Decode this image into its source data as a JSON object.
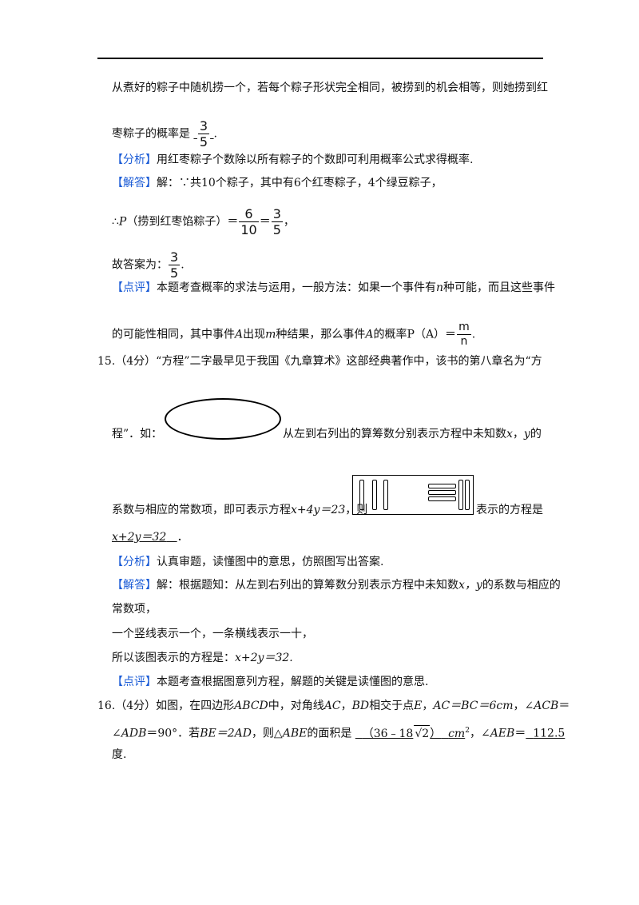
{
  "q14": {
    "line1": "从煮好的粽子中随机捞一个，若每个粽子形状完全相同，被捞到的机会相等，则她捞到红",
    "line2_pre": "枣粽子的概率是",
    "ans_num": "3",
    "ans_den": "5",
    "analysis_tag": "【分析】",
    "analysis": "用红枣粽子个数除以所有粽子的个数即可利用概率公式求得概率.",
    "solution_tag": "【解答】",
    "solution": "解：∵共10个粽子，其中有6个红枣粽子，4个绿豆粽子，",
    "p_pre": "∴",
    "p_var": "P",
    "p_mid": "（捞到红枣馅粽子）＝",
    "f1_num": "6",
    "f1_den": "10",
    "eq": "＝",
    "f2_num": "3",
    "f2_den": "5",
    "comma": "，",
    "final_pre": "故答案为：",
    "final_num": "3",
    "final_den": "5",
    "period": ".",
    "comment_tag": "【点评】",
    "comment1_a": "本题考查概率的求法与运用，一般方法：如果一个事件有",
    "comment1_n": "n",
    "comment1_b": "种可能，而且这些事件",
    "comment2_a": "的可能性相同，其中事件",
    "comment2_A": "A",
    "comment2_b": "出现",
    "comment2_m": "m",
    "comment2_c": "种结果，那么事件",
    "comment2_A2": "A",
    "comment2_d": "的概率",
    "comment2_p": "P（A）＝",
    "comment_num": "m",
    "comment_den": "n",
    "comment_end": "."
  },
  "q15": {
    "line1": "15.（4分）“方程”二字最早见于我国《九章算术》这部经典著作中，该书的第八章名为“方",
    "line2_a": "程”．如：",
    "line2_b": "从左到右列出的算筹数分别表示方程中未知数",
    "line2_x": "x",
    "line2_c": "，",
    "line2_y": "y",
    "line2_d": "的",
    "line3_a": "系数与相应的常数项，即可表示方程",
    "line3_eq": "x+4y＝23",
    "line3_b": "，则",
    "line3_c": "表示的方程是",
    "answer": "x+2y＝32",
    "answer_end": "．",
    "analysis_tag": "【分析】",
    "analysis": "认真审题，读懂图中的意思，仿照图写出答案.",
    "solution_tag": "【解答】",
    "solution_a": "解：根据题知：从左到右列出的算筹数分别表示方程中未知数",
    "solution_xy": "x，y",
    "solution_b": "的系数与相应的",
    "sol2": "常数项，",
    "sol3": "一个竖线表示一个，一条横线表示一十，",
    "sol4_a": "所以该图表示的方程是：",
    "sol4_eq": "x+2y＝32.",
    "comment_tag": "【点评】",
    "comment": "本题考查根据图意列方程，解题的关键是读懂图的意思."
  },
  "q16": {
    "line1_a": "16.（4分）如图，在四边形",
    "line1_abcd": "ABCD",
    "line1_b": "中，对角线",
    "line1_ac": "AC",
    "line1_c": "，",
    "line1_bd": "BD",
    "line1_d": "相交于点",
    "line1_e": "E",
    "line1_f": "，",
    "line1_g": "AC＝BC＝6cm",
    "line1_h": "，∠",
    "line1_acb": "ACB",
    "line1_i": "＝",
    "line2_a": "∠",
    "line2_adb": "ADB",
    "line2_b": "＝90°．若",
    "line2_be": "BE＝2AD",
    "line2_c": "，则△",
    "line2_abe": "ABE",
    "line2_d": "的面积是",
    "ans1_a": "（36﹣18",
    "ans1_sqrt": "2",
    "ans1_b": "）",
    "ans1_unit": "cm",
    "ans1_sup": "2",
    "line2_e": "，∠",
    "line2_aeb": "AEB",
    "line2_f": "＝",
    "ans2": "112.5",
    "line3": "度."
  }
}
